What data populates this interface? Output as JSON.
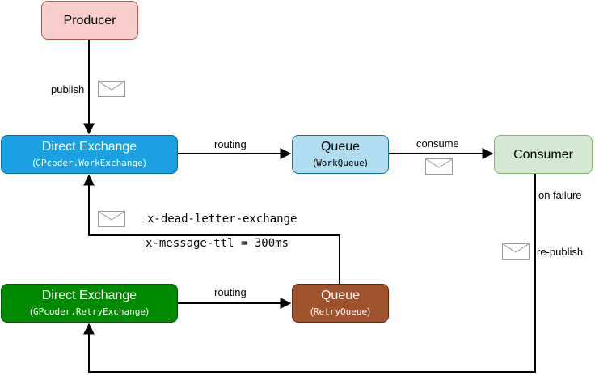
{
  "nodes": {
    "producer": {
      "title": "Producer"
    },
    "work_exchange": {
      "title": "Direct Exchange",
      "paren_open": "(",
      "code": "GPcoder.WorkExchange",
      "paren_close": ")"
    },
    "work_queue": {
      "title": "Queue",
      "paren_open": "(",
      "code": "WorkQueue",
      "paren_close": ")"
    },
    "consumer": {
      "title": "Consumer"
    },
    "retry_exchange": {
      "title": "Direct Exchange",
      "paren_open": "(",
      "code": "GPcoder.RetryExchange",
      "paren_close": ")"
    },
    "retry_queue": {
      "title": "Queue",
      "paren_open": "(",
      "code": "RetryQueue",
      "paren_close": ")"
    }
  },
  "edge_labels": {
    "publish": "publish",
    "routing_top": "routing",
    "consume": "consume",
    "on_failure": "on failure",
    "re_publish": "re-publish",
    "routing_bottom": "routing",
    "dead_letter": "x-dead-letter-exchange",
    "ttl": "x-message-ttl = 300ms"
  },
  "icons": [
    "envelope-icon"
  ],
  "colors": {
    "producer_fill": "#f8cecc",
    "work_exchange_fill": "#1ba1e2",
    "work_queue_fill": "#b1ddf0",
    "consumer_fill": "#d5e8d4",
    "retry_exchange_fill": "#008a00",
    "retry_queue_fill": "#a0522d"
  }
}
